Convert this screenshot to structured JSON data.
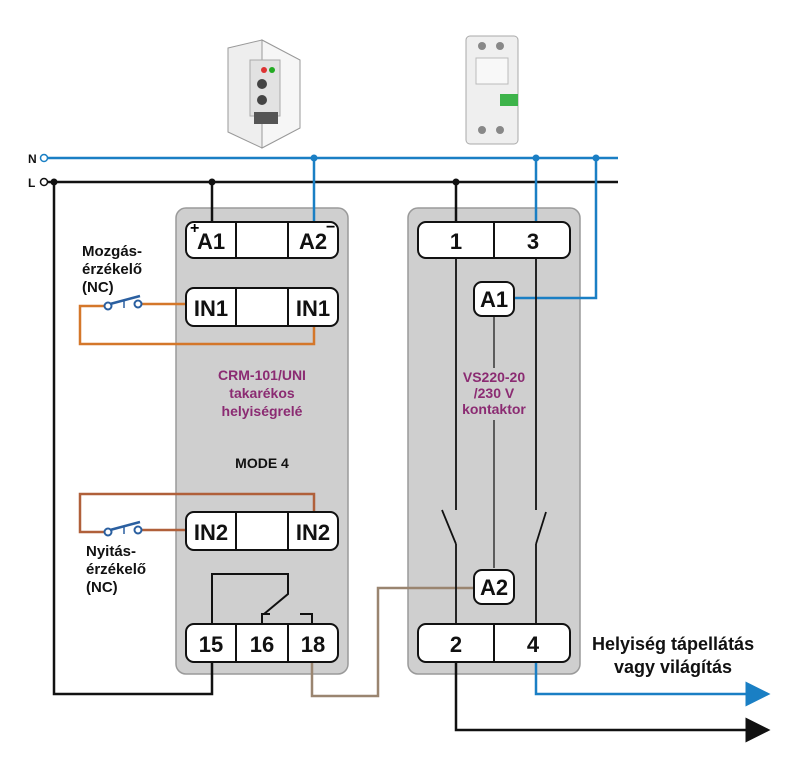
{
  "rails": {
    "n_label": "N",
    "l_label": "L"
  },
  "relay": {
    "name_line1": "CRM-101/UNI",
    "name_line2": "takarékos",
    "name_line3": "helyiségrelé",
    "mode": "MODE 4",
    "terminals": {
      "a1": "A1",
      "a2": "A2",
      "in1_left": "IN1",
      "in1_right": "IN1",
      "in2_left": "IN2",
      "in2_right": "IN2",
      "t15": "15",
      "t16": "16",
      "t18": "18"
    },
    "plus_sign": "+",
    "minus_sign": "−"
  },
  "contactor": {
    "name_line1": "VS220-20",
    "name_line2": "/230 V",
    "name_line3": "kontaktor",
    "terminals": {
      "t1": "1",
      "t3": "3",
      "a1": "A1",
      "a2": "A2",
      "t2": "2",
      "t4": "4"
    }
  },
  "sensors": {
    "motion_line1": "Mozgás-",
    "motion_line2": "érzékelő",
    "motion_line3": "(NC)",
    "door_line1": "Nyitás-",
    "door_line2": "érzékelő",
    "door_line3": "(NC)"
  },
  "output": {
    "line1": "Helyiség tápellátás",
    "line2": "vagy világítás"
  },
  "colors": {
    "n_wire": "#1a7fc4",
    "l_wire": "#111111",
    "sensor_wire": "#d4772a",
    "sensor_wire_dark": "#b0603a",
    "control_wire": "#9a8570",
    "panel_fill": "#cfcfcf",
    "label_accent": "#8b2b72"
  }
}
